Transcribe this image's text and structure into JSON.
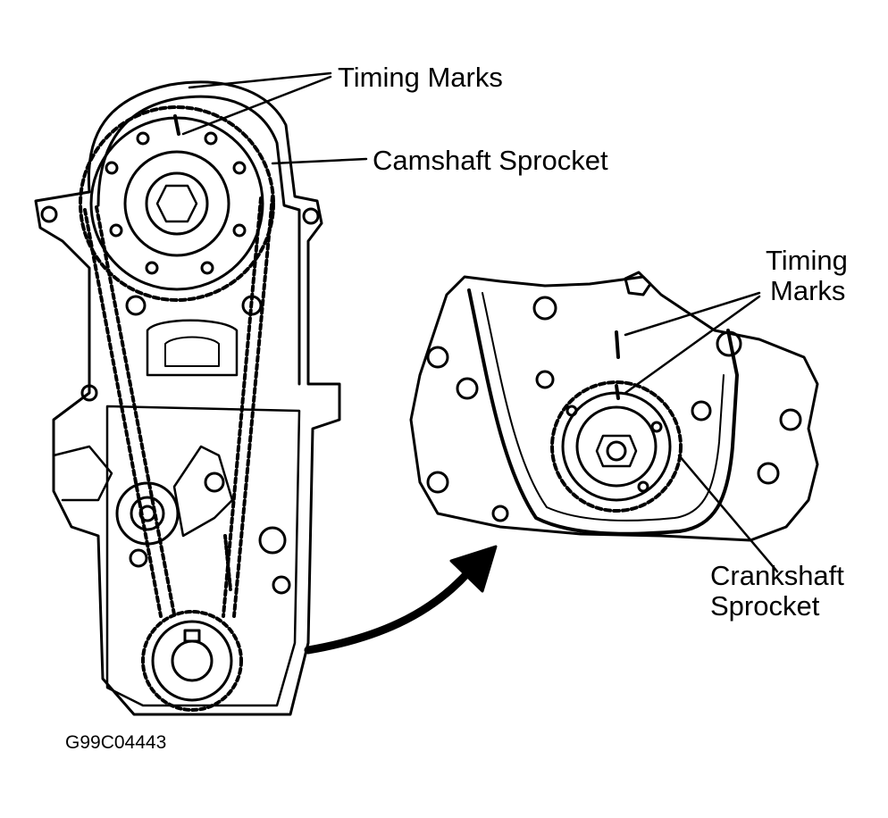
{
  "labels": {
    "timing_marks_top": "Timing Marks",
    "camshaft_sprocket": "Camshaft Sprocket",
    "timing_marks_right_line1": "Timing",
    "timing_marks_right_line2": "Marks",
    "crankshaft_line1": "Crankshaft",
    "crankshaft_line2": "Sprocket",
    "figure_code": "G99C04443"
  },
  "colors": {
    "ink": "#000000",
    "paper": "#ffffff"
  }
}
